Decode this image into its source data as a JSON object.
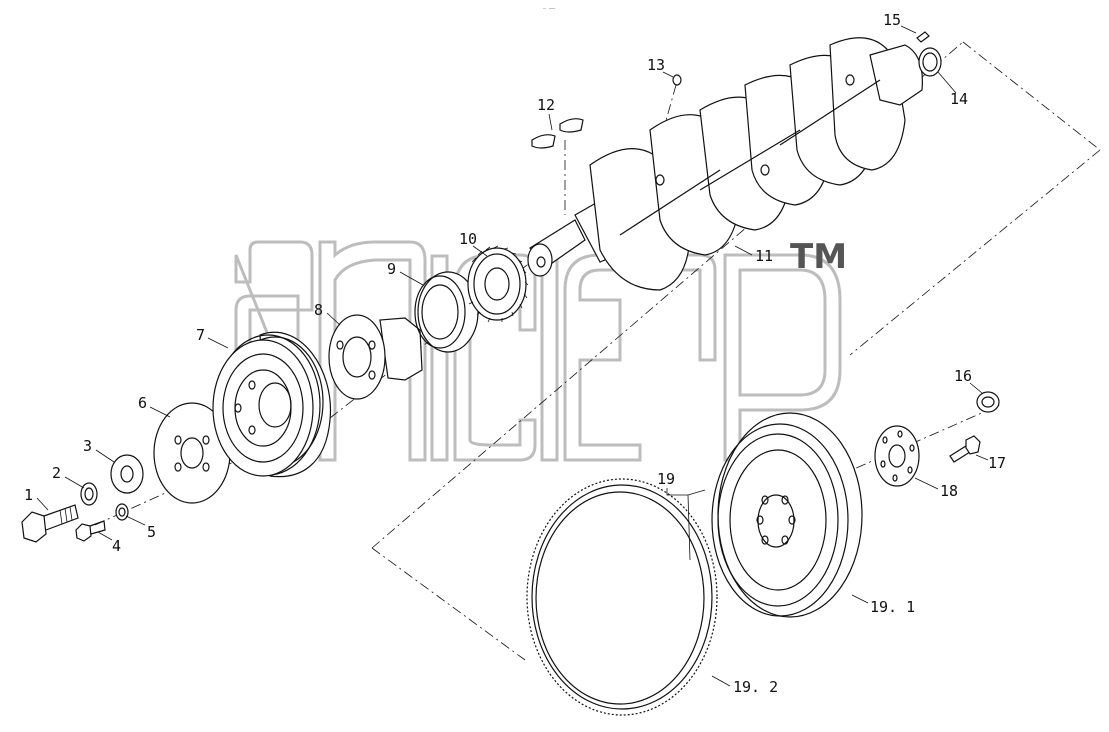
{
  "diagram": {
    "corner_mark": "— ──",
    "watermark": {
      "text": "ТМ"
    },
    "callouts": [
      {
        "id": "c1",
        "label": "1"
      },
      {
        "id": "c2",
        "label": "2"
      },
      {
        "id": "c3",
        "label": "3"
      },
      {
        "id": "c4",
        "label": "4"
      },
      {
        "id": "c5",
        "label": "5"
      },
      {
        "id": "c6",
        "label": "6"
      },
      {
        "id": "c7",
        "label": "7"
      },
      {
        "id": "c8",
        "label": "8"
      },
      {
        "id": "c9",
        "label": "9"
      },
      {
        "id": "c10",
        "label": "10"
      },
      {
        "id": "c11",
        "label": "11"
      },
      {
        "id": "c12",
        "label": "12"
      },
      {
        "id": "c13",
        "label": "13"
      },
      {
        "id": "c14",
        "label": "14"
      },
      {
        "id": "c15",
        "label": "15"
      },
      {
        "id": "c16",
        "label": "16"
      },
      {
        "id": "c17",
        "label": "17"
      },
      {
        "id": "c18",
        "label": "18"
      },
      {
        "id": "c19",
        "label": "19"
      },
      {
        "id": "c191",
        "label": "19. 1"
      },
      {
        "id": "c192",
        "label": "19. 2"
      }
    ]
  }
}
